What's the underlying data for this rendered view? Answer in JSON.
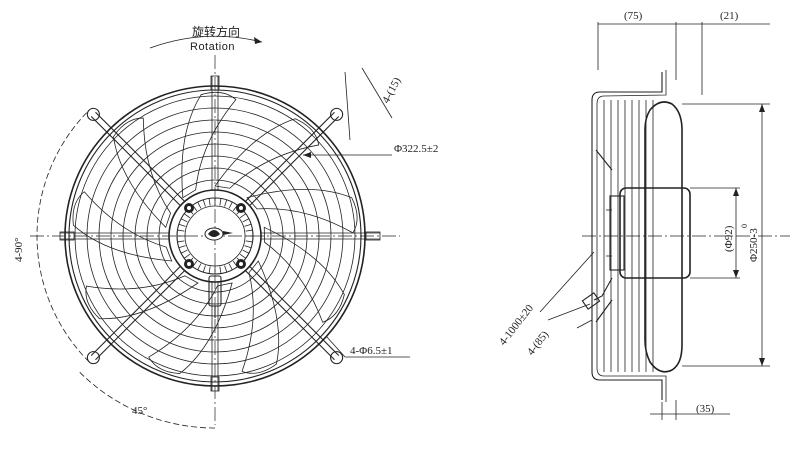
{
  "front_view": {
    "rotation_label_cn": "旋转方向",
    "rotation_label_en": "Rotation",
    "dim_four_15": "4-(15)",
    "dim_outer_diameter": "Φ322.5±2",
    "dim_mount_holes": "4-Φ6.5±1",
    "dim_angle_90": "4-90°",
    "dim_angle_45": "45°"
  },
  "side_view": {
    "dim_75": "(75)",
    "dim_21": "(21)",
    "dim_92": "(Φ92)",
    "dim_250": "Φ250-3",
    "dim_250_upper_tol": "0",
    "dim_cable_length": "4-1000±20",
    "dim_85": "4-(85)",
    "dim_35": "(35)"
  }
}
